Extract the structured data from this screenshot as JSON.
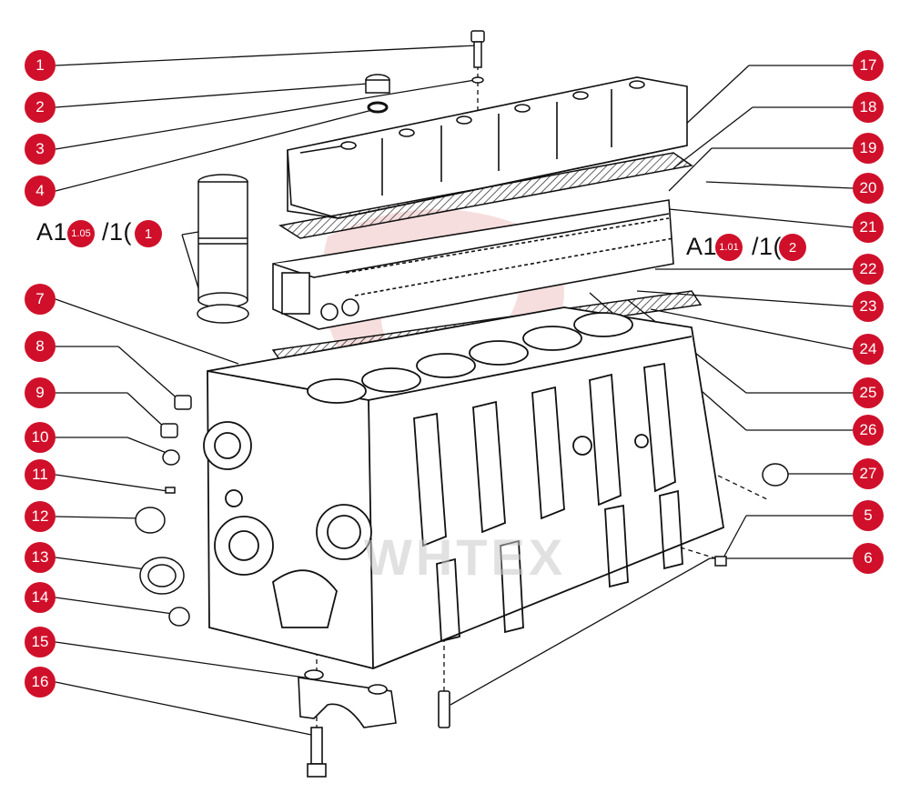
{
  "diagram": {
    "left_callouts": [
      "1",
      "2",
      "3",
      "4",
      "7",
      "8",
      "9",
      "10",
      "11",
      "12",
      "13",
      "14",
      "15",
      "16"
    ],
    "right_callouts": [
      "17",
      "18",
      "19",
      "20",
      "21",
      "22",
      "23",
      "24",
      "25",
      "26",
      "27",
      "5",
      "6"
    ],
    "ref_left": {
      "text": "A1",
      "mid": "/1(",
      "badge_code": "1.05",
      "badge_num": "1"
    },
    "ref_right": {
      "text": "A1",
      "mid": "/1(",
      "badge_code": "1.01",
      "badge_num": "2"
    },
    "watermark": "WHTEX",
    "colors": {
      "callout": "#d0102a",
      "line": "#111111",
      "logo": "#e8a0a0"
    }
  }
}
